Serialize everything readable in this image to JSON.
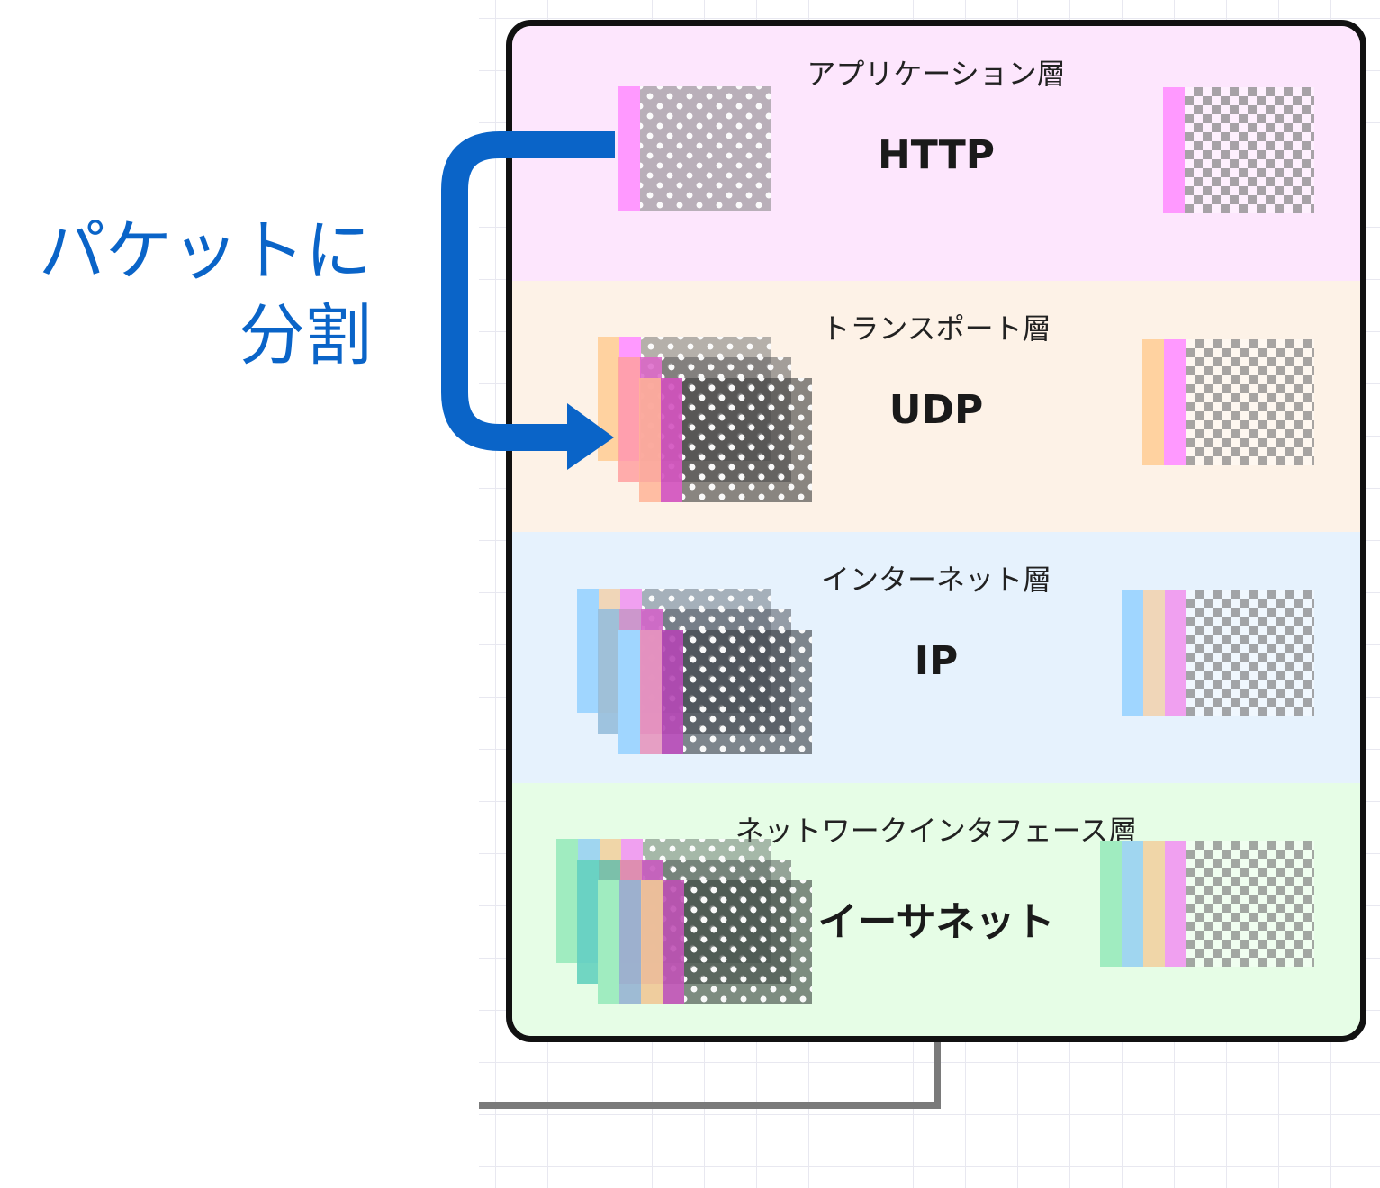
{
  "side_label": {
    "line1": "パケットに",
    "line2": "分割"
  },
  "colors": {
    "arrow": "#0a64c8",
    "application_bg": "#fde6fd",
    "transport_bg": "#fdf2e7",
    "internet_bg": "#e6f2fd",
    "netif_bg": "#e6fde6",
    "http_header": "#ff99ff",
    "udp_header": "#ffd2a0",
    "ip_header": "#a0d6ff",
    "eth_header": "#a0ecc0"
  },
  "layers": [
    {
      "name": "アプリケーション層",
      "protocol": "HTTP"
    },
    {
      "name": "トランスポート層",
      "protocol": "UDP"
    },
    {
      "name": "インターネット層",
      "protocol": "IP"
    },
    {
      "name": "ネットワークインタフェース層",
      "protocol": "イーサネット"
    }
  ]
}
